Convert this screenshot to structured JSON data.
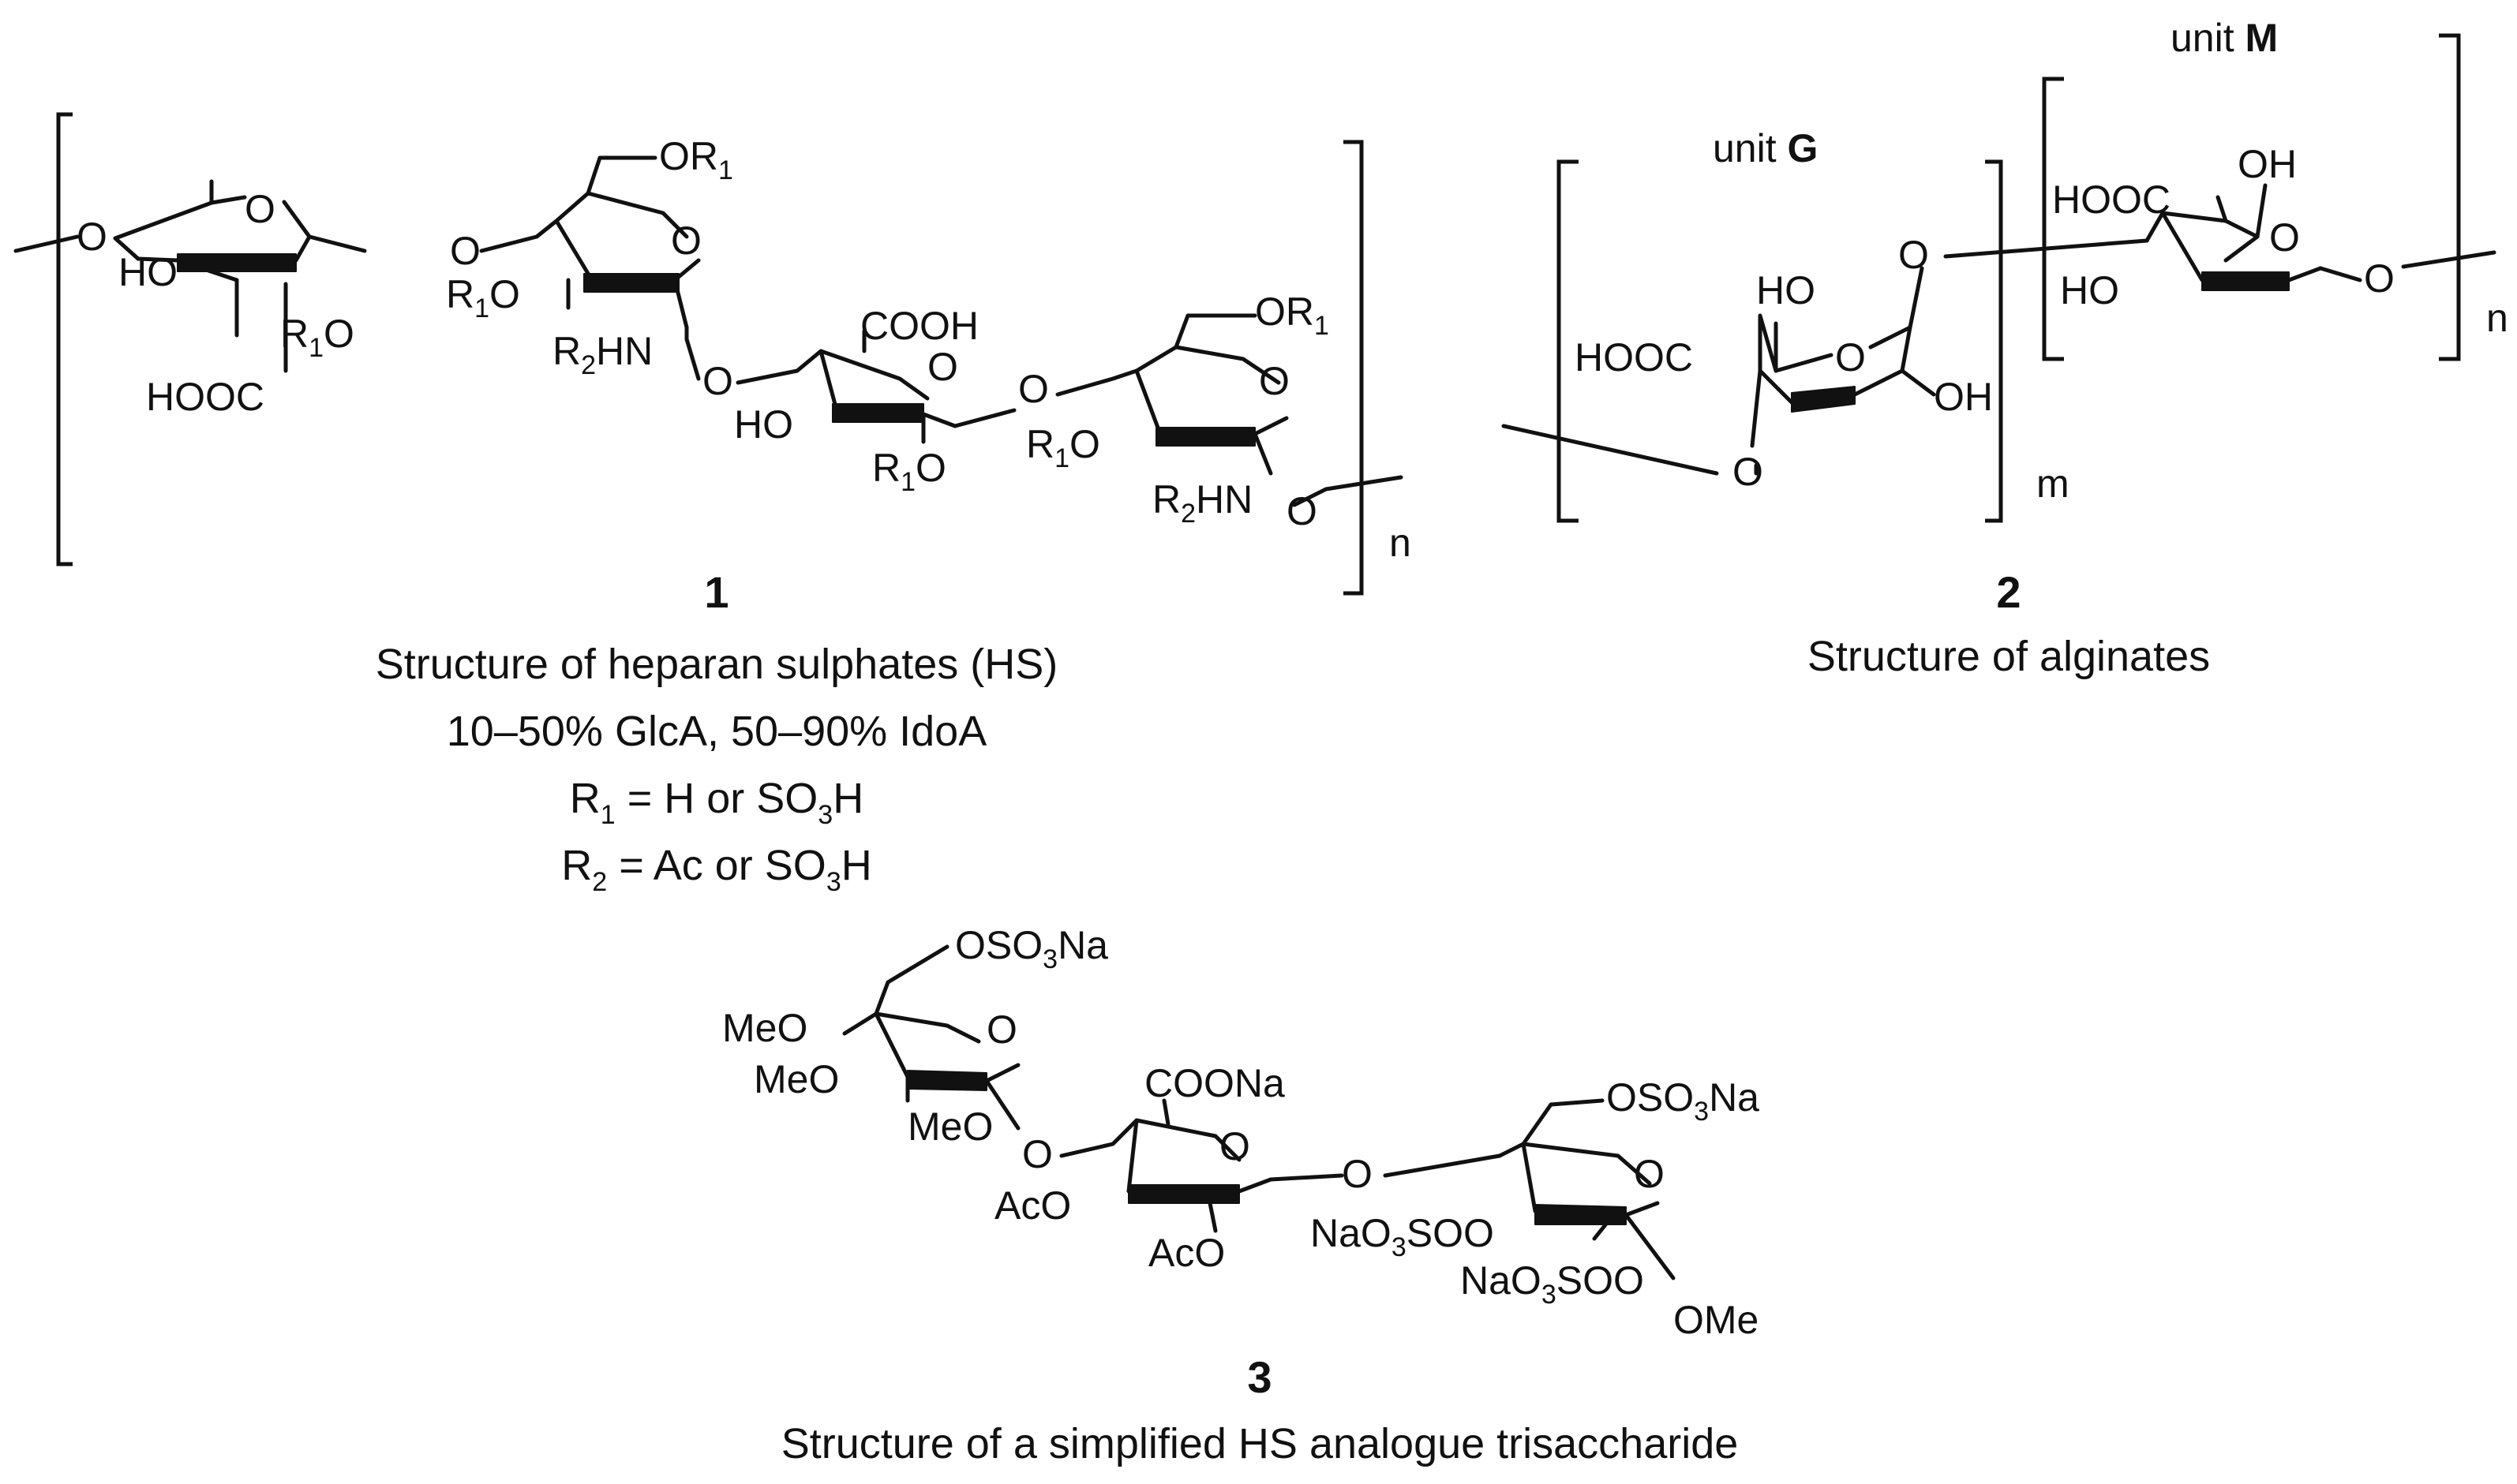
{
  "structure1": {
    "number": "1",
    "caption": "Structure of heparan sulphates (HS)",
    "composition": "10–50% GlcA, 50–90% IdoA",
    "r1_def": {
      "a": "R",
      "b": "1",
      "c": " = H or SO",
      "d": "3",
      "e": "H"
    },
    "r2_def": {
      "a": "R",
      "b": "2",
      "c": " = Ac or SO",
      "d": "3",
      "e": "H"
    },
    "repeat_label": "n",
    "atoms": {
      "o": "O",
      "ho": "HO",
      "hooc": "HOOC",
      "cooh": "COOH",
      "r1o_a": "R",
      "r1o_b": "1",
      "r1o_c": "O",
      "or1_a": "OR",
      "or1_b": "1",
      "r2hn_a": "R",
      "r2hn_b": "2",
      "r2hn_c": "HN"
    }
  },
  "structure2": {
    "number": "2",
    "caption": "Structure of alginates",
    "unit_g_prefix": "unit ",
    "unit_g": "G",
    "unit_m_prefix": "unit ",
    "unit_m": "M",
    "repeat_m": "m",
    "repeat_n": "n",
    "atoms": {
      "o": "O",
      "ho": "HO",
      "oh": "OH",
      "hooc": "HOOC"
    }
  },
  "structure3": {
    "number": "3",
    "caption": "Structure of a simplified HS analogue trisaccharide",
    "atoms": {
      "o": "O",
      "meo": "MeO",
      "aco": "AcO",
      "coona": "COONa",
      "ome": "OMe",
      "oso3na_a": "OSO",
      "oso3na_b": "3",
      "oso3na_c": "Na",
      "naso_a": "NaO",
      "naso_b": "3",
      "naso_c": "SO"
    }
  }
}
